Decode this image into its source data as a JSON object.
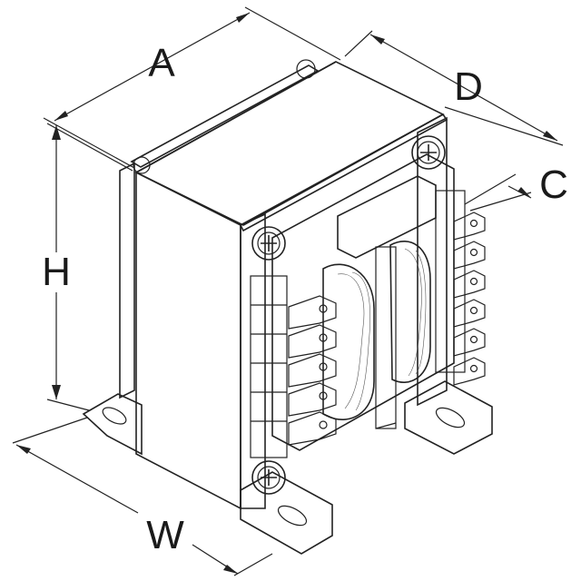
{
  "dimensions": {
    "a": "A",
    "d": "D",
    "c": "C",
    "h": "H",
    "w": "W"
  },
  "colors": {
    "line": "#222222",
    "background": "#ffffff",
    "shade": "#e9e9e9",
    "coil": "#f4f4f4"
  },
  "icons": [
    "mounting-screw-icon",
    "mounting-slot",
    "solder-terminal"
  ]
}
